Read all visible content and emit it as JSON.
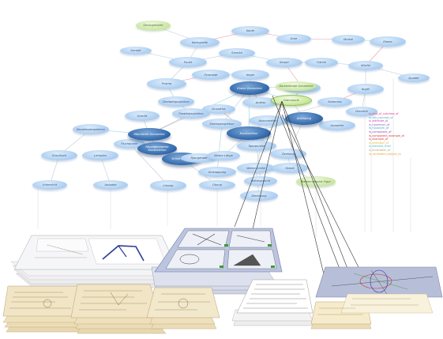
{
  "colors": {
    "node_light": "#aacdf1",
    "node_dark": "#2f66a8",
    "node_green": "#c8e6a2",
    "edge_red": "#e58aa0",
    "edge_cyan": "#7fd0e0",
    "edge_gray": "#b9c3cf",
    "paper": "#f1e5c6",
    "slide": "#b9c2dc"
  },
  "nodes": [
    {
      "id": "n1",
      "label": "Geologiekarte",
      "style": "green"
    },
    {
      "id": "n2",
      "label": "Kartografie",
      "style": "light"
    },
    {
      "id": "n3",
      "label": "Kante",
      "style": "light"
    },
    {
      "id": "n4",
      "label": "Ecke",
      "style": "light"
    },
    {
      "id": "n5",
      "label": "Winkel",
      "style": "light"
    },
    {
      "id": "n6",
      "label": "Ebene",
      "style": "light"
    },
    {
      "id": "n7",
      "label": "Gerade",
      "style": "light"
    },
    {
      "id": "n8",
      "label": "Punkt",
      "style": "light"
    },
    {
      "id": "n9",
      "label": "Strecke",
      "style": "light"
    },
    {
      "id": "n10",
      "label": "Körper",
      "style": "light"
    },
    {
      "id": "n11",
      "label": "Fläche",
      "style": "light"
    },
    {
      "id": "n12",
      "label": "Würfel",
      "style": "light"
    },
    {
      "id": "n13",
      "label": "Quader",
      "style": "light"
    },
    {
      "id": "n14",
      "label": "Prisma",
      "style": "light"
    },
    {
      "id": "n15",
      "label": "Pyramide",
      "style": "light"
    },
    {
      "id": "n16",
      "label": "Kegel",
      "style": "light"
    },
    {
      "id": "n17",
      "label": "Zylinder",
      "style": "light"
    },
    {
      "id": "n18",
      "label": "Kugel",
      "style": "light"
    },
    {
      "id": "n19",
      "label": "Ebene Geometrie",
      "style": "dark"
    },
    {
      "id": "n20",
      "label": "Darstellende Geometrie",
      "style": "green"
    },
    {
      "id": "n21",
      "label": "Dreitafelprojektion",
      "style": "light"
    },
    {
      "id": "n22",
      "label": "Grundriss",
      "style": "light"
    },
    {
      "id": "n23",
      "label": "Aufriss",
      "style": "light"
    },
    {
      "id": "n24",
      "label": "Seitenriss",
      "style": "light"
    },
    {
      "id": "n25",
      "label": "Schnitt",
      "style": "light"
    },
    {
      "id": "n26",
      "label": "Parallelprojektion",
      "style": "light"
    },
    {
      "id": "n27",
      "label": "Zentralprojektion",
      "style": "light"
    },
    {
      "id": "n28",
      "label": "Axonometrie",
      "style": "light"
    },
    {
      "id": "n29",
      "label": "Isometrie",
      "style": "light"
    },
    {
      "id": "n30",
      "label": "Dimetrie",
      "style": "light"
    },
    {
      "id": "n31",
      "label": "Kavalierperspektive",
      "style": "light"
    },
    {
      "id": "n32",
      "label": "Fluchtpunkt",
      "style": "light"
    },
    {
      "id": "n33",
      "label": "Räumliche Geometrie",
      "style": "dark"
    },
    {
      "id": "n34",
      "label": "Konstruktion",
      "style": "dark"
    },
    {
      "id": "n35",
      "label": "Raumgeometrie Konstruktion",
      "style": "dark"
    },
    {
      "id": "n36",
      "label": "Schnittgerade",
      "style": "dark"
    },
    {
      "id": "n37",
      "label": "Spurpunkte",
      "style": "light"
    },
    {
      "id": "n38",
      "label": "Spurgerade",
      "style": "light"
    },
    {
      "id": "n39",
      "label": "Wahre Länge",
      "style": "light"
    },
    {
      "id": "n40",
      "label": "Wahre Größe",
      "style": "light"
    },
    {
      "id": "n41",
      "label": "Drehung",
      "style": "light"
    },
    {
      "id": "n42",
      "label": "Umklappung",
      "style": "light"
    },
    {
      "id": "n43",
      "label": "Seitenansicht",
      "style": "light"
    },
    {
      "id": "n44",
      "label": "Datenbank",
      "style": "green_bright"
    },
    {
      "id": "n45",
      "label": "Abbildung",
      "style": "dark"
    },
    {
      "id": "n46",
      "label": "Schulbuch",
      "style": "light"
    },
    {
      "id": "n47",
      "label": "Lehrplan",
      "style": "light"
    },
    {
      "id": "n48",
      "label": "Unterricht",
      "style": "light"
    },
    {
      "id": "n49",
      "label": "Aufgabe",
      "style": "light"
    },
    {
      "id": "n50",
      "label": "Lösung",
      "style": "light"
    },
    {
      "id": "n51",
      "label": "Übung",
      "style": "light"
    },
    {
      "id": "n52",
      "label": "Zeichnung",
      "style": "light"
    },
    {
      "id": "n53",
      "label": "Skizze",
      "style": "light"
    },
    {
      "id": "n54",
      "label": "Mathematische Figur",
      "style": "green"
    }
  ],
  "legend": [
    {
      "label": "is_part_of_subclass_of",
      "color": "#e0407a"
    },
    {
      "label": "is_sub_concept_of",
      "color": "#3fa6d8"
    },
    {
      "label": "is_attribute_of",
      "color": "#d23a9a"
    },
    {
      "label": "is_hypernym_of",
      "color": "#7a58c8"
    },
    {
      "label": "is_hyponym_of",
      "color": "#3aa0b8"
    },
    {
      "label": "is_component_of",
      "color": "#9a40b0"
    },
    {
      "label": "is_component_example_of",
      "color": "#d63232"
    },
    {
      "label": "is_example_of",
      "color": "#d63232"
    },
    {
      "label": "is_definition_of",
      "color": "#e6b838"
    },
    {
      "label": "is_element_from",
      "color": "#3db8c8"
    },
    {
      "label": "is_illustration_of",
      "color": "#b8a070"
    },
    {
      "label": "is_correlated_subject_to",
      "color": "#e0a040"
    }
  ]
}
